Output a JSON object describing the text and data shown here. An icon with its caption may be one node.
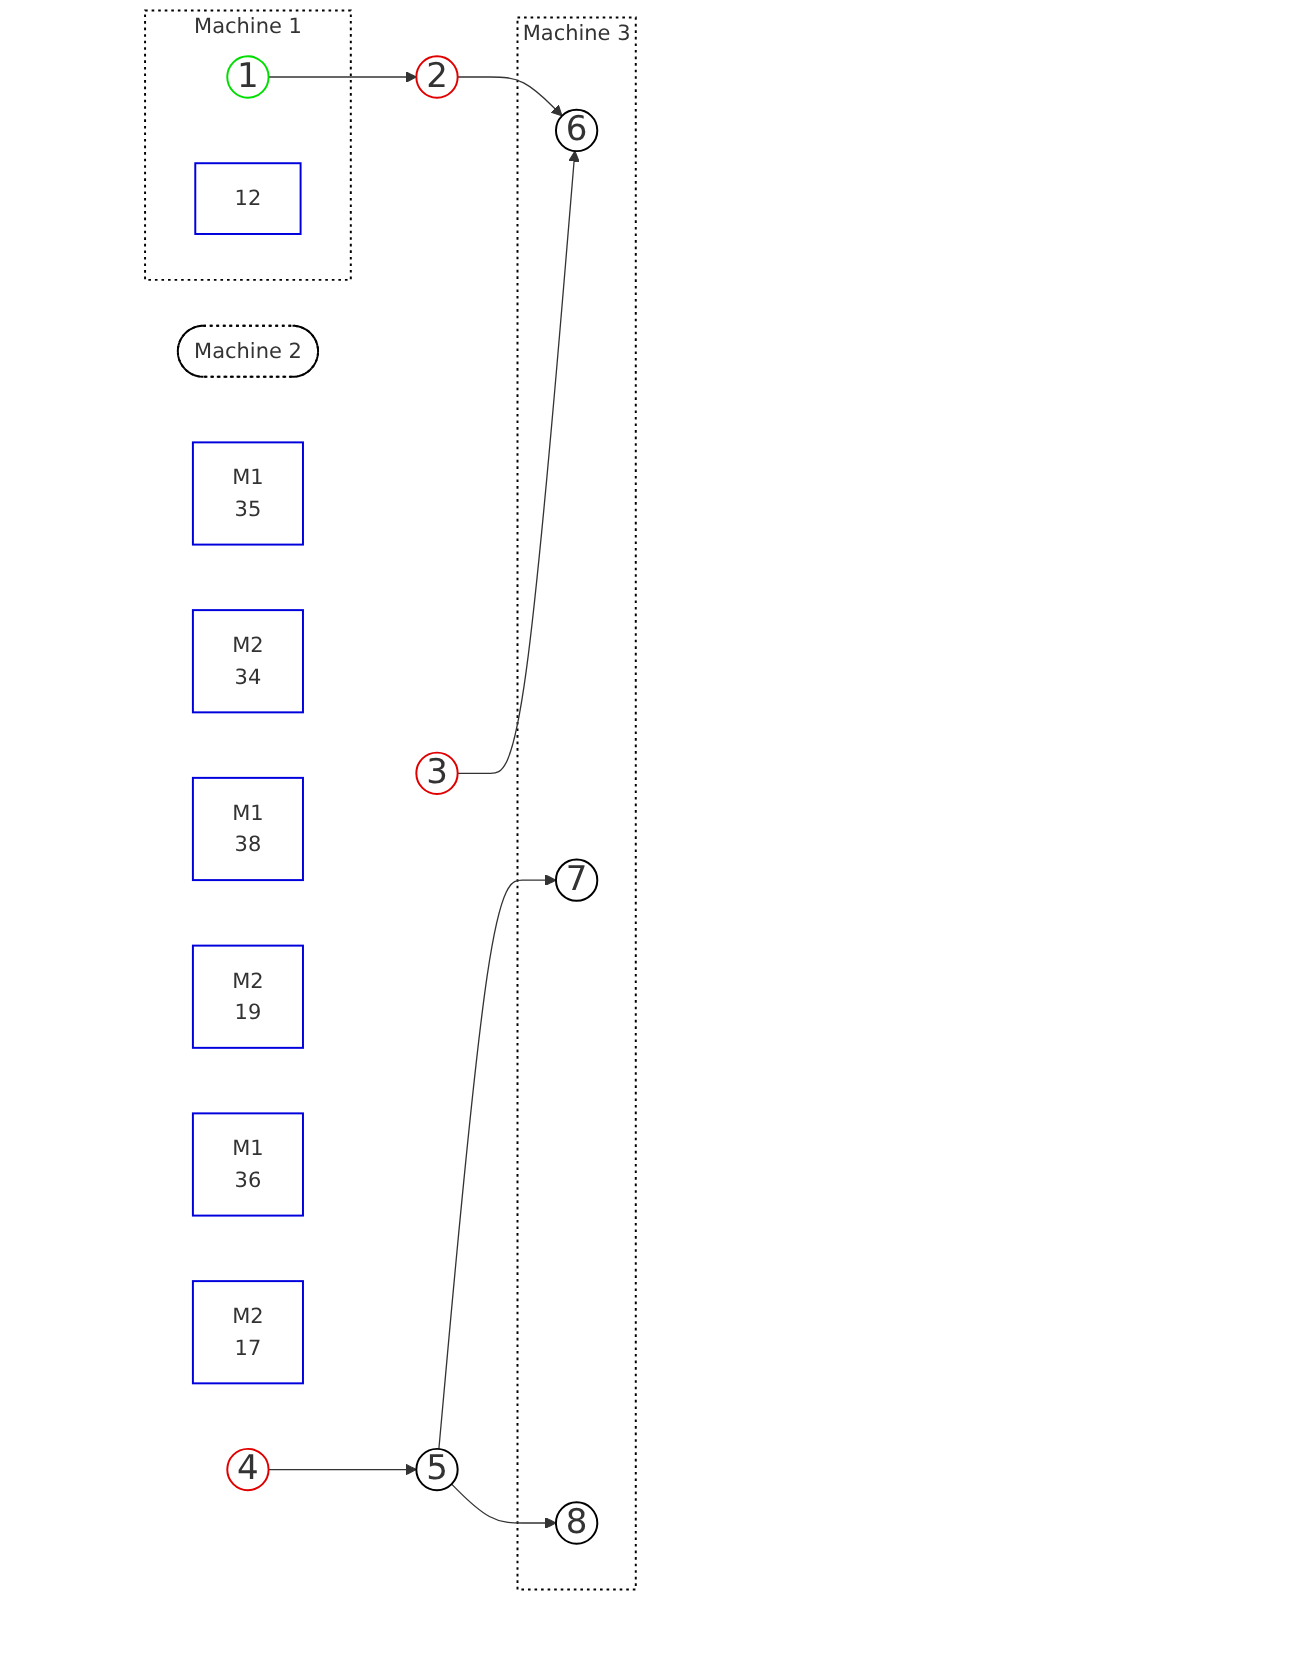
{
  "diagram": {
    "nodes": [
      {
        "text": [
          "Machine 1"
        ]
      },
      {
        "text": [
          "1"
        ],
        "in": 0
      },
      {
        "text": [
          "12"
        ],
        "in": 0
      },
      {
        "text": [
          "Machine 2"
        ]
      },
      {
        "text": [
          "2"
        ]
      },
      {
        "text": [
          "M1",
          "35"
        ]
      },
      {
        "text": [
          "M2",
          "34"
        ]
      },
      {
        "text": [
          "Machine 3"
        ]
      },
      {
        "text": [
          "6"
        ],
        "in": 7
      },
      {
        "text": [
          "M1",
          "38"
        ]
      },
      {
        "text": [
          "M2",
          "19"
        ]
      },
      {
        "text": [
          "3"
        ]
      },
      {
        "text": [
          "M1",
          "36"
        ]
      },
      {
        "text": [
          "M2",
          "17"
        ]
      },
      {
        "text": [
          "4"
        ]
      },
      {
        "text": [
          "5"
        ]
      },
      {
        "text": [
          "7"
        ],
        "in": 7
      },
      {
        "text": [
          "8"
        ],
        "in": 7
      }
    ],
    "edges": [
      {
        "from": 1,
        "to": 4,
        "arrow": "to"
      },
      {
        "from": 4,
        "to": 8,
        "arrow": "to"
      },
      {
        "from": 11,
        "to": 8,
        "arrow": "to"
      },
      {
        "from": 14,
        "to": 15,
        "arrow": "to"
      },
      {
        "from": 15,
        "to": 16,
        "arrow": "to"
      },
      {
        "from": 15,
        "to": 17,
        "arrow": "to"
      }
    ]
  }
}
